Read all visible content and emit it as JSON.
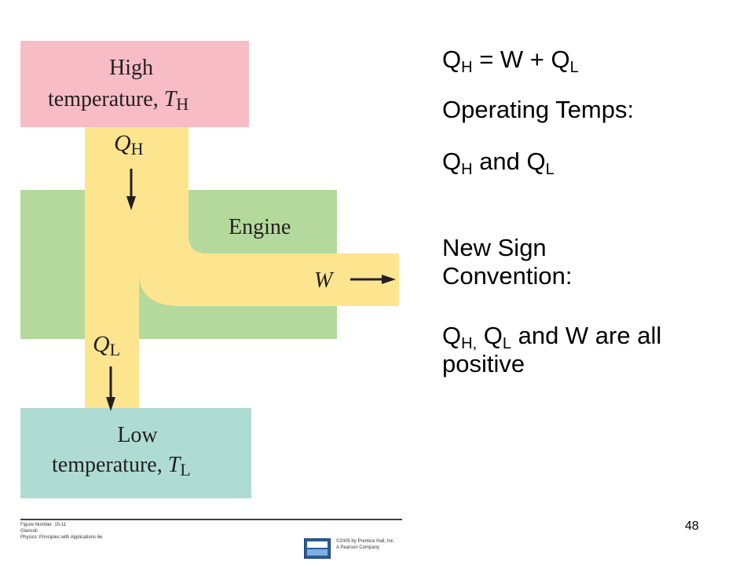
{
  "diagram": {
    "hot_reservoir": {
      "line1": "High",
      "line2": "temperature, ",
      "symbol": "T",
      "subscript": "H",
      "color": "#f7bcc6"
    },
    "engine": {
      "label": "Engine",
      "color": "#b5d99c"
    },
    "cold_reservoir": {
      "line1": "Low",
      "line2": "temperature, ",
      "symbol": "T",
      "subscript": "L",
      "color": "#aedcd3"
    },
    "heat_flow_color": "#fde58f",
    "q_in": {
      "symbol": "Q",
      "subscript": "H"
    },
    "q_out": {
      "symbol": "Q",
      "subscript": "L"
    },
    "work": {
      "symbol": "W"
    }
  },
  "text": {
    "eq_qh": "Q",
    "eq_qh_sub": "H",
    "eq_mid": " = W + Q",
    "eq_ql_sub": "L",
    "operating_temps": "Operating Temps:",
    "ot_q1": "Q",
    "ot_q1_sub": "H",
    "ot_and": " and Q",
    "ot_q2_sub": "L",
    "new_sign": "New Sign Convention:",
    "sc_q1": "Q",
    "sc_q1_sub": "H,",
    "sc_q2": " Q",
    "sc_q2_sub": "L",
    "sc_rest": " and W are all positive"
  },
  "credits": {
    "figure_number": "Figure Number: 15-11",
    "title": "Giancoli",
    "book": "Physics: Principles with Applications 6e",
    "copyright_line1": "©2005 by Prentice Hall, Inc.",
    "copyright_line2": "A Pearson Company"
  },
  "slide_number": "48"
}
